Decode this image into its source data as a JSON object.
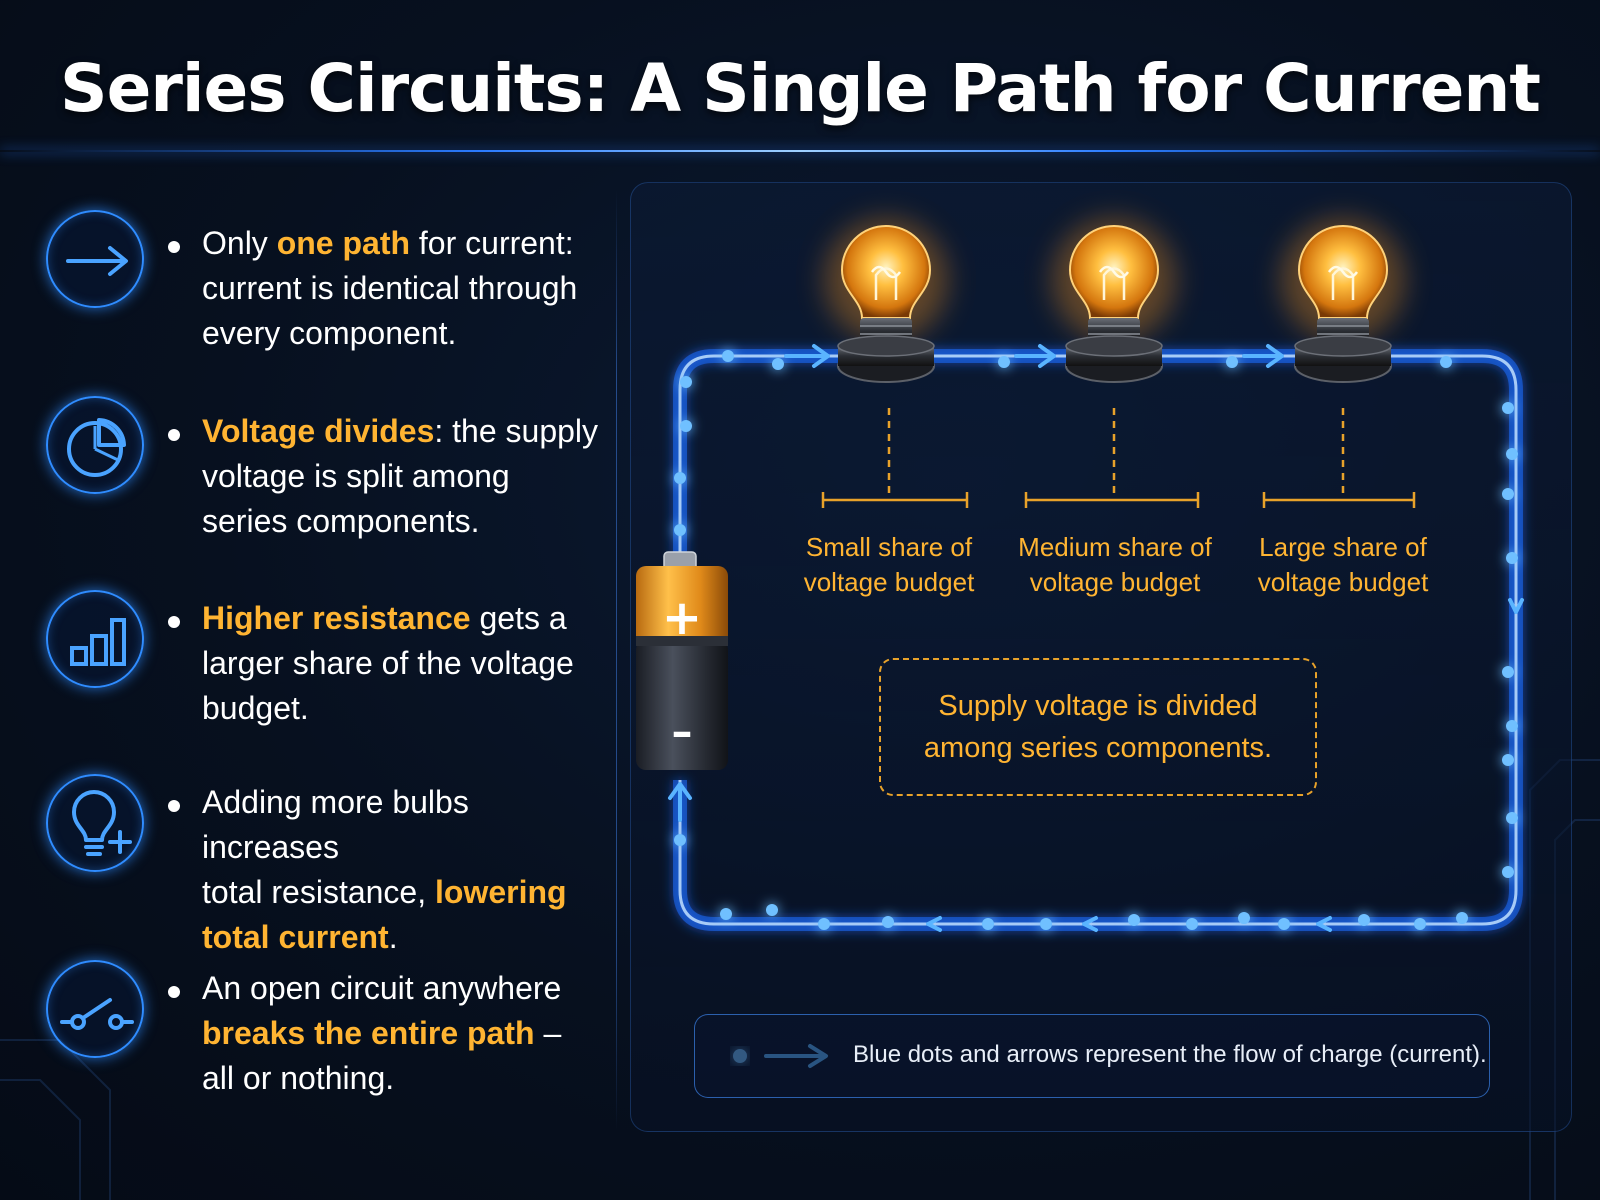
{
  "title": "Series Circuits: A Single Path for Current",
  "points": [
    {
      "icon": "arrow-right-icon",
      "lines": [
        [
          {
            "t": "Only ",
            "h": false
          },
          {
            "t": "one path",
            "h": true
          },
          {
            "t": " for current:",
            "h": false
          }
        ],
        [
          {
            "t": "current is identical through",
            "h": false
          }
        ],
        [
          {
            "t": "every component.",
            "h": false
          }
        ]
      ]
    },
    {
      "icon": "pie-chart-icon",
      "lines": [
        [
          {
            "t": "Voltage divides",
            "h": true
          },
          {
            "t": ": the supply",
            "h": false
          }
        ],
        [
          {
            "t": "voltage is split among",
            "h": false
          }
        ],
        [
          {
            "t": "series components.",
            "h": false
          }
        ]
      ]
    },
    {
      "icon": "bar-chart-icon",
      "lines": [
        [
          {
            "t": "Higher resistance",
            "h": true
          },
          {
            "t": " gets a",
            "h": false
          }
        ],
        [
          {
            "t": "larger share of the voltage",
            "h": false
          }
        ],
        [
          {
            "t": "budget.",
            "h": false
          }
        ]
      ]
    },
    {
      "icon": "lightbulb-plus-icon",
      "lines": [
        [
          {
            "t": "Adding more bulbs increases",
            "h": false
          }
        ],
        [
          {
            "t": "total resistance, ",
            "h": false
          },
          {
            "t": "lowering",
            "h": true
          }
        ],
        [
          {
            "t": "total current",
            "h": true
          },
          {
            "t": ".",
            "h": false
          }
        ]
      ]
    },
    {
      "icon": "open-switch-icon",
      "lines": [
        [
          {
            "t": "An open circuit anywhere",
            "h": false
          }
        ],
        [
          {
            "t": "breaks the entire path",
            "h": true
          },
          {
            "t": " –",
            "h": false
          }
        ],
        [
          {
            "t": "all or nothing.",
            "h": false
          }
        ]
      ]
    }
  ],
  "diagram": {
    "battery": {
      "positive": "+",
      "negative": "–"
    },
    "shares": [
      {
        "line1": "Small share of",
        "line2": "voltage budget"
      },
      {
        "line1": "Medium share of",
        "line2": "voltage budget"
      },
      {
        "line1": "Large share of",
        "line2": "voltage budget"
      }
    ],
    "note": {
      "line1": "Supply voltage is divided",
      "line2": "among series components."
    },
    "legend": "Blue dots and arrows represent the flow of charge (current)."
  },
  "colors": {
    "accent": "#ffb432",
    "current_blue": "#2f8cff",
    "background": "#07101f"
  }
}
